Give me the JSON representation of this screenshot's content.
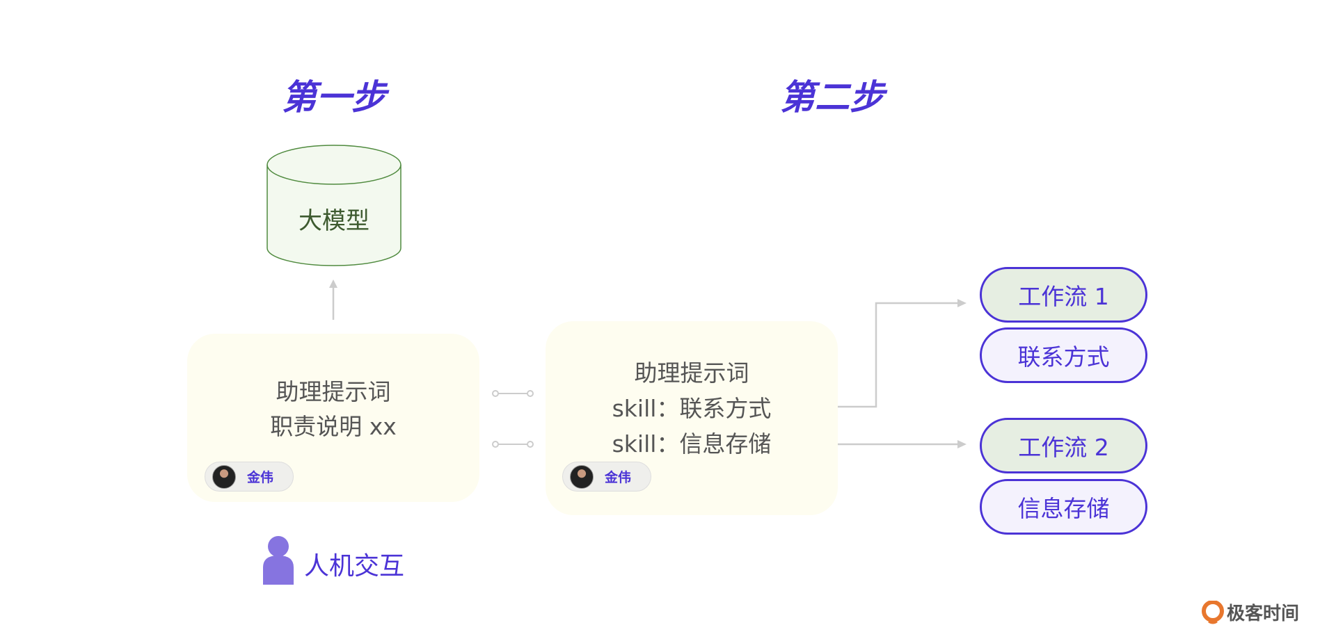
{
  "steps": {
    "first": "第一步",
    "second": "第二步"
  },
  "model": {
    "label": "大模型"
  },
  "assistant1": {
    "line1": "助理提示词",
    "line2": "职责说明 xx",
    "author": "金伟"
  },
  "assistant2": {
    "line1": "助理提示词",
    "line2": "skill：联系方式",
    "line3": "skill：信息存储",
    "author": "金伟"
  },
  "workflows": [
    {
      "workflow": "工作流 1",
      "skill": "联系方式"
    },
    {
      "workflow": "工作流 2",
      "skill": "信息存储"
    }
  ],
  "interaction": {
    "label": "人机交互"
  },
  "logo": {
    "text": "极客时间"
  },
  "colors": {
    "accent": "#4b33d6",
    "card": "#fefdf0",
    "workflow_fill": "#e6eee2",
    "skill_fill": "#f4f2fd",
    "model_stroke": "#4f8a3e"
  }
}
